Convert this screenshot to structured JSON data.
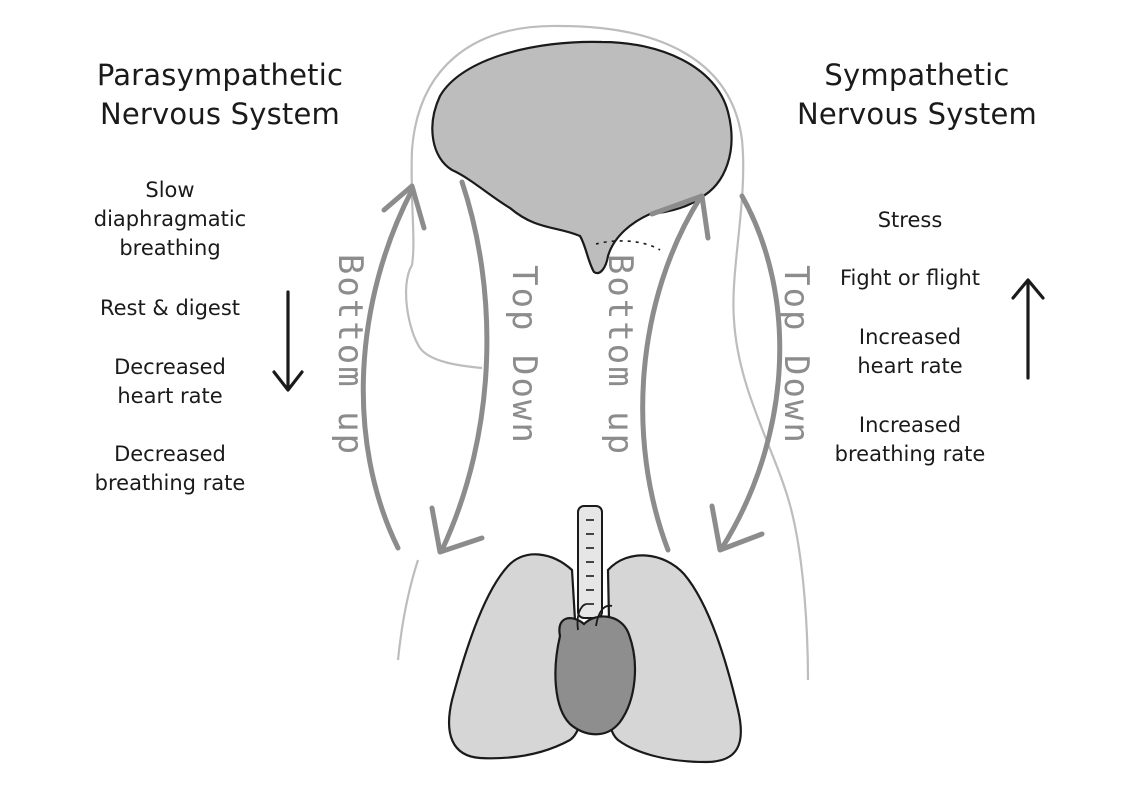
{
  "parasympathetic": {
    "title_lines": [
      "Parasympathetic",
      "Nervous System"
    ],
    "items": [
      {
        "lines": [
          "Slow",
          "diaphragmatic",
          "breathing"
        ]
      },
      {
        "lines": [
          "Rest & digest"
        ]
      },
      {
        "lines": [
          "Decreased",
          "heart rate"
        ]
      },
      {
        "lines": [
          "Decreased",
          "breathing rate"
        ]
      }
    ],
    "direction_icon": "arrow-down-icon"
  },
  "sympathetic": {
    "title_lines": [
      "Sympathetic",
      "Nervous System"
    ],
    "items": [
      {
        "lines": [
          "Stress"
        ]
      },
      {
        "lines": [
          "Fight or flight"
        ]
      },
      {
        "lines": [
          "Increased",
          "heart rate"
        ]
      },
      {
        "lines": [
          "Increased",
          "breathing rate"
        ]
      }
    ],
    "direction_icon": "arrow-up-icon"
  },
  "flows": {
    "left_up": "Bottom up",
    "left_down": "Top Down",
    "right_up": "Bottom up",
    "right_down": "Top Down"
  },
  "colors": {
    "organ_fill": "#bdbdbd",
    "lung_fill": "#d6d6d6",
    "heart_fill": "#8e8e8e",
    "flow_arrow": "#8c8c8c",
    "outline": "#1a1a1a"
  },
  "icons": [
    "brain-icon",
    "lungs-icon",
    "heart-icon",
    "trachea-icon",
    "body-silhouette-icon"
  ]
}
